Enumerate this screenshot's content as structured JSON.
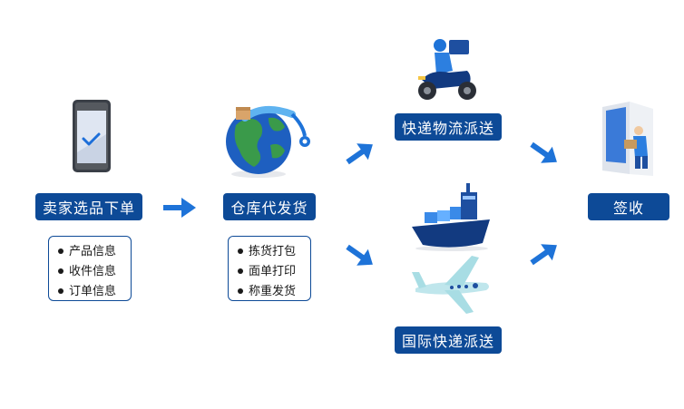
{
  "steps": {
    "order": {
      "label": "卖家选品下单",
      "items": [
        "产品信息",
        "收件信息",
        "订单信息"
      ]
    },
    "warehouse": {
      "label": "仓库代发货",
      "items": [
        "拣货打包",
        "面单打印",
        "称重发货"
      ]
    },
    "express": {
      "label": "快递物流派送"
    },
    "international": {
      "label": "国际快递派送"
    },
    "sign": {
      "label": "签收"
    }
  },
  "colors": {
    "label_bg": "#0d4a97",
    "arrow": "#1e73d8"
  },
  "icons": [
    "phone-icon",
    "globe-icon",
    "delivery-scooter-icon",
    "cargo-ship-icon",
    "airplane-icon",
    "door-delivery-icon"
  ]
}
